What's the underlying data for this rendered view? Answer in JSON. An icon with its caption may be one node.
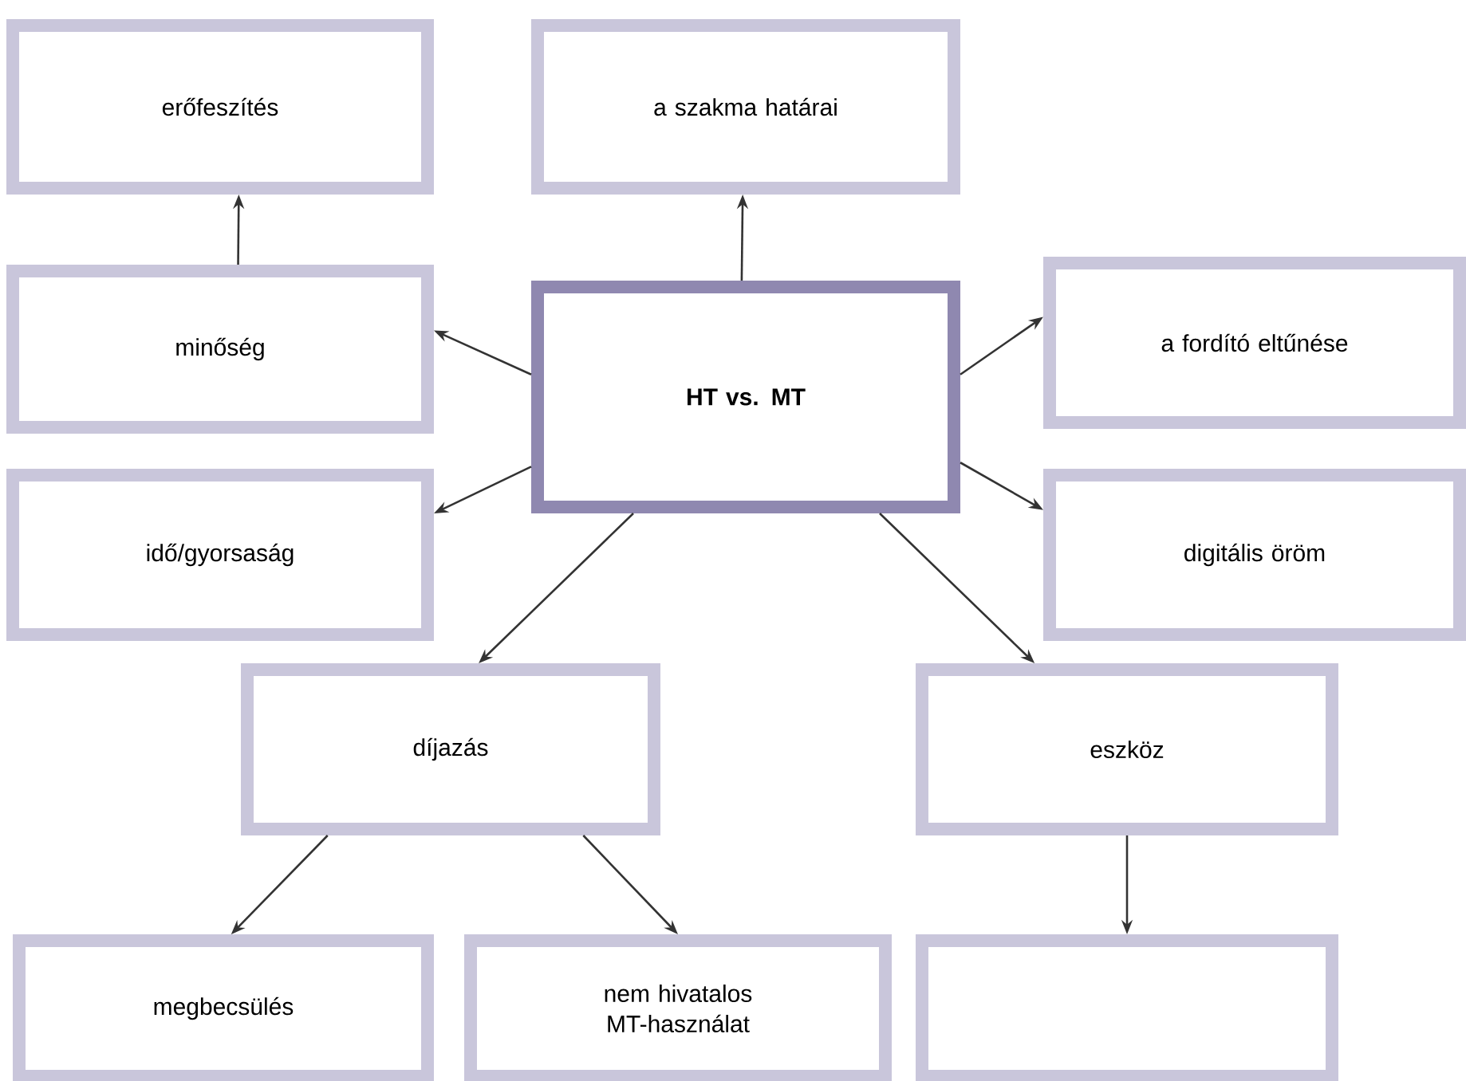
{
  "diagram": {
    "nodes": [
      {
        "text": [
          "HT vs. MT"
        ]
      },
      {
        "text": [
          "erőfeszítés"
        ]
      },
      {
        "text": [
          "a szakma határai"
        ]
      },
      {
        "text": [
          "minőség"
        ]
      },
      {
        "text": [
          "a fordító eltűnése"
        ]
      },
      {
        "text": [
          "idő/gyorsaság"
        ]
      },
      {
        "text": [
          "digitális öröm"
        ]
      },
      {
        "text": [
          "díjazás"
        ]
      },
      {
        "text": [
          "eszköz"
        ]
      },
      {
        "text": [
          "megbecsülés"
        ]
      },
      {
        "text": [
          "nem hivatalos MT-használat"
        ]
      },
      {
        "text": [],
        "shape": "box"
      }
    ],
    "edges": [
      {
        "from": 3,
        "to": 1,
        "arrow": "to"
      },
      {
        "from": 0,
        "to": 2,
        "arrow": "to"
      },
      {
        "from": 0,
        "to": 3,
        "arrow": "to"
      },
      {
        "from": 0,
        "to": 4,
        "arrow": "to"
      },
      {
        "from": 0,
        "to": 5,
        "arrow": "to"
      },
      {
        "from": 0,
        "to": 6,
        "arrow": "to"
      },
      {
        "from": 0,
        "to": 7,
        "arrow": "to"
      },
      {
        "from": 0,
        "to": 8,
        "arrow": "to"
      },
      {
        "from": 7,
        "to": 9,
        "arrow": "to"
      },
      {
        "from": 7,
        "to": 10,
        "arrow": "to"
      },
      {
        "from": 8,
        "to": 11,
        "arrow": "to"
      }
    ]
  }
}
